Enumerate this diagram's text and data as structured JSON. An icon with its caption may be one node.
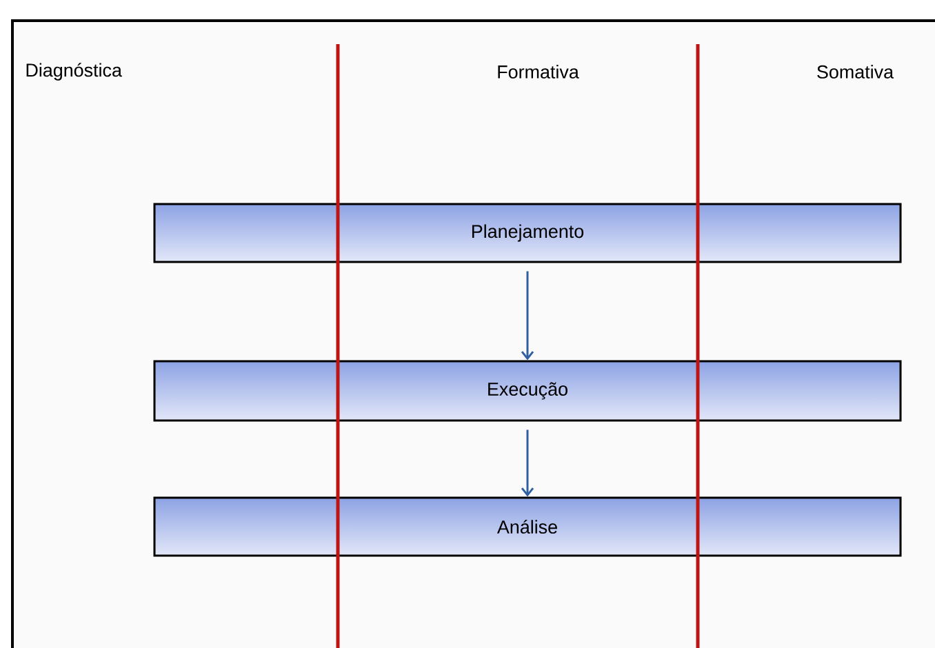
{
  "diagram": {
    "nodes": [
      {
        "text": [
          "Planejamento"
        ]
      },
      {
        "text": [
          "Execução"
        ]
      },
      {
        "text": [
          "Análise"
        ]
      }
    ],
    "edges": [
      {
        "from": 0,
        "to": 1,
        "arrow": "to"
      },
      {
        "from": 1,
        "to": 2,
        "arrow": "to"
      }
    ],
    "labels": [
      "Diagnóstica",
      "Formativa",
      "Somativa"
    ]
  }
}
